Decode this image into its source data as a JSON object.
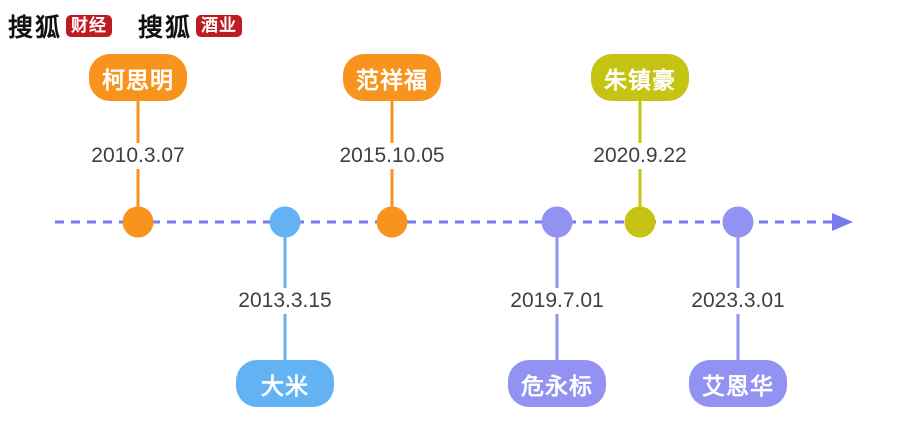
{
  "header": {
    "logos": [
      {
        "prefix": "搜狐",
        "badge": "财经"
      },
      {
        "prefix": "搜狐",
        "badge": "酒业"
      }
    ]
  },
  "timeline": {
    "type": "horizontal-dashed-arrow",
    "events": [
      {
        "name": "柯思明",
        "date": "2010.3.07",
        "side": "top",
        "color": "#f8941d"
      },
      {
        "name": "大米",
        "date": "2013.3.15",
        "side": "bottom",
        "color": "#62b2f4"
      },
      {
        "name": "范祥福",
        "date": "2015.10.05",
        "side": "top",
        "color": "#f8941d"
      },
      {
        "name": "危永标",
        "date": "2019.7.01",
        "side": "bottom",
        "color": "#9192f2"
      },
      {
        "name": "朱镇豪",
        "date": "2020.9.22",
        "side": "top",
        "color": "#c6c413"
      },
      {
        "name": "艾恩华",
        "date": "2023.3.01",
        "side": "bottom",
        "color": "#9192f2"
      }
    ]
  },
  "colors": {
    "orange": "#f8941d",
    "blue": "#62b2f4",
    "olive": "#c6c413",
    "purple": "#9192f2",
    "axis": "#7779ef",
    "sohu_red": "#be1c22",
    "date_text": "#3f3f3f"
  }
}
